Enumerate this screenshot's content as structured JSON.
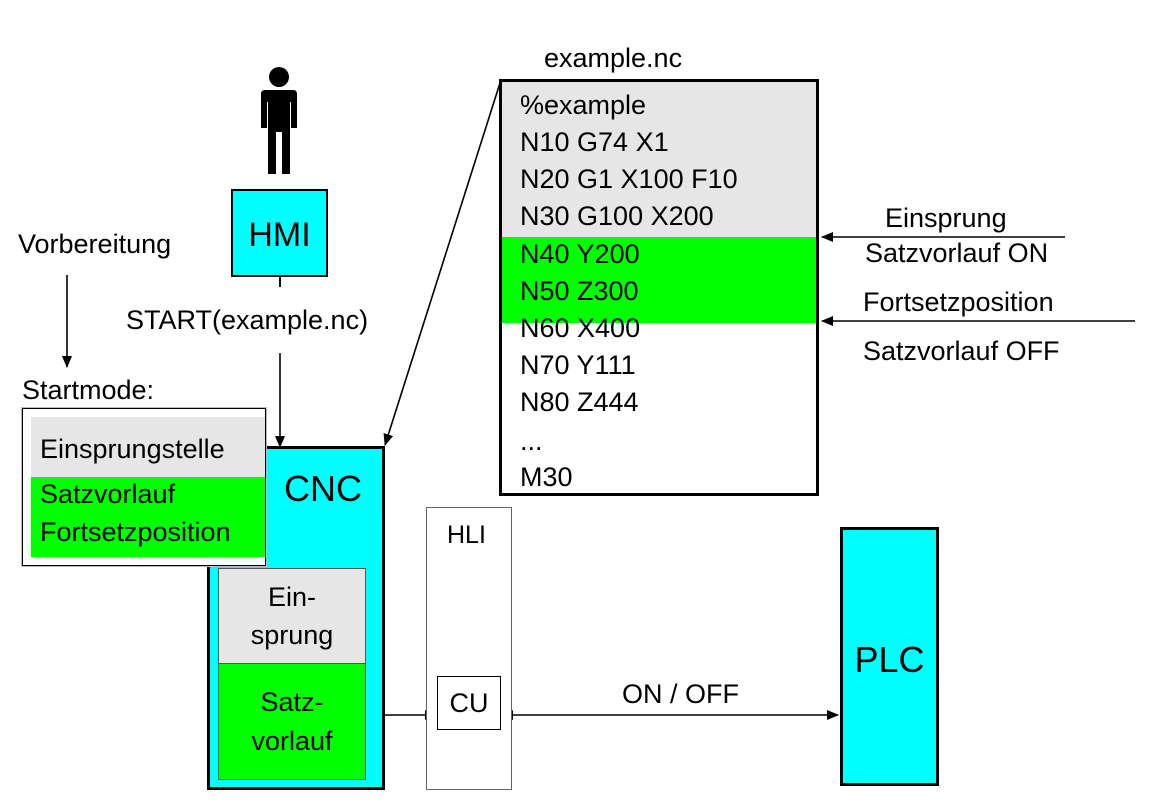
{
  "file": {
    "title": "example.nc",
    "lines": [
      "%example",
      "N10 G74 X1",
      "N20 G1 X100 F10",
      "N30 G100 X200",
      "N40 Y200",
      "N50 Z300",
      "N60 X400",
      "N70 Y111",
      "N80 Z444",
      "...",
      "M30"
    ]
  },
  "hmi": {
    "label": "HMI",
    "start_command": "START(example.nc)"
  },
  "preparation": {
    "label": "Vorbereitung",
    "startmode_label": "Startmode:"
  },
  "startmode": {
    "entry_point": "Einsprungstelle",
    "block_search_line1": "Satzvorlauf",
    "block_search_line2": "Fortsetzposition"
  },
  "cnc": {
    "label": "CNC",
    "entry_line1": "Ein-",
    "entry_line2": "sprung",
    "search_line1": "Satz-",
    "search_line2": "vorlauf"
  },
  "hli": {
    "label": "HLI",
    "cu_label": "CU"
  },
  "plc": {
    "label": "PLC",
    "link_label": "ON / OFF"
  },
  "annotations": {
    "einsprung": "Einsprung",
    "satzvorlauf_on": "Satzvorlauf ON",
    "fortsetzposition": "Fortsetzposition",
    "satzvorlauf_off": "Satzvorlauf OFF"
  },
  "colors": {
    "cyan": "#00FFFF",
    "green": "#00FF00",
    "gray": "#E6E6E6"
  }
}
